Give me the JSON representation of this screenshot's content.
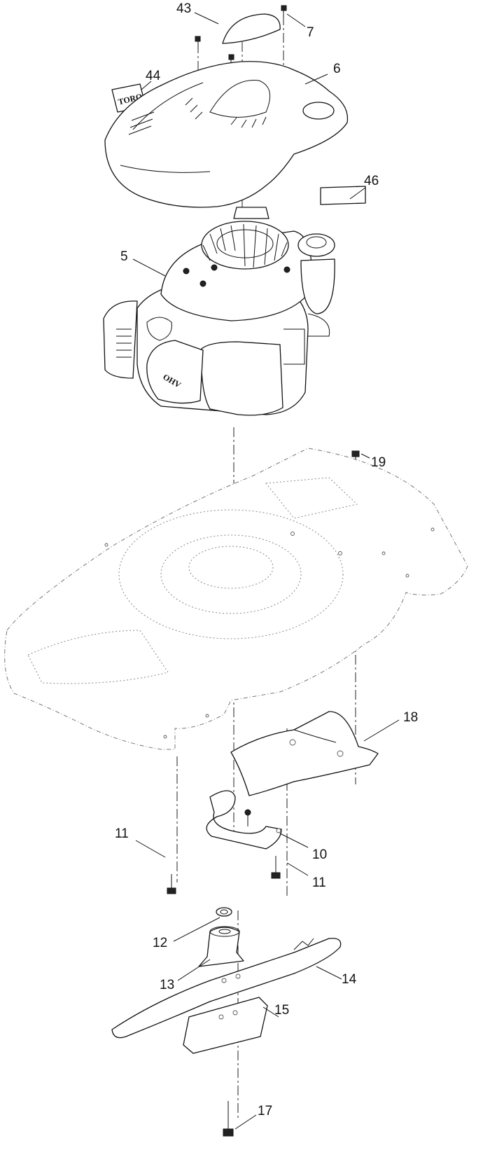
{
  "diagram": {
    "callouts": [
      {
        "id": "c43",
        "number": "43"
      },
      {
        "id": "c7",
        "number": "7"
      },
      {
        "id": "c44",
        "number": "44"
      },
      {
        "id": "c6",
        "number": "6"
      },
      {
        "id": "c46",
        "number": "46"
      },
      {
        "id": "c5",
        "number": "5"
      },
      {
        "id": "c19",
        "number": "19"
      },
      {
        "id": "c18",
        "number": "18"
      },
      {
        "id": "c11a",
        "number": "11"
      },
      {
        "id": "c10",
        "number": "10"
      },
      {
        "id": "c11b",
        "number": "11"
      },
      {
        "id": "c12",
        "number": "12"
      },
      {
        "id": "c13",
        "number": "13"
      },
      {
        "id": "c14",
        "number": "14"
      },
      {
        "id": "c15",
        "number": "15"
      },
      {
        "id": "c17",
        "number": "17"
      }
    ],
    "decal_text": "TORO",
    "engine_text": "OHV"
  }
}
